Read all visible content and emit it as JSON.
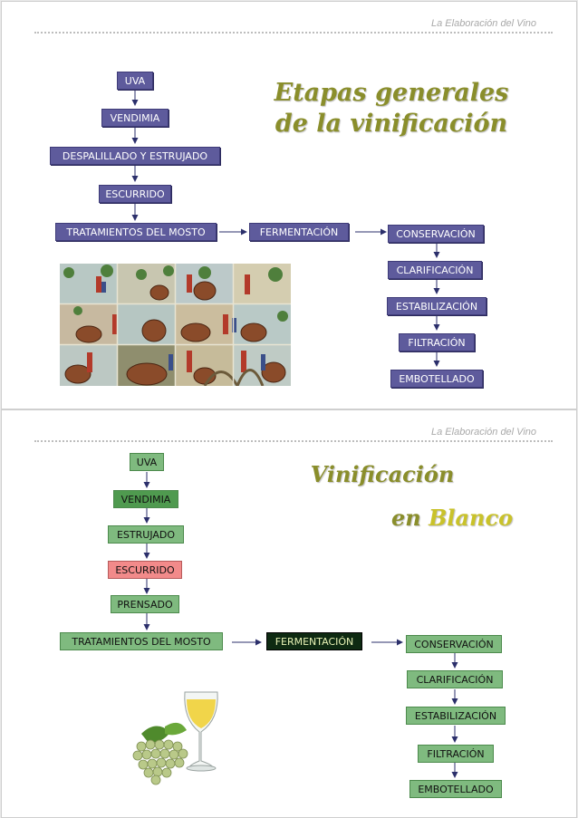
{
  "header_text": "La Elaboración del Vino",
  "slide1": {
    "title": "Etapas generales de la vinificación",
    "left_chain": [
      "UVA",
      "VENDIMIA",
      "DESPALILLADO Y ESTRUJADO",
      "ESCURRIDO",
      "TRATAMIENTOS DEL MOSTO"
    ],
    "middle": "FERMENTACIÓN",
    "right_chain": [
      "CONSERVACIÓN",
      "CLARIFICACIÓN",
      "ESTABILIZACIÓN",
      "FILTRACIÓN",
      "EMBOTELLADO"
    ]
  },
  "slide2": {
    "title_line1": "Vinificación",
    "title_en": "en",
    "title_blanco": "Blanco",
    "left_chain": [
      "UVA",
      "VENDIMIA",
      "ESTRUJADO",
      "ESCURRIDO",
      "PRENSADO",
      "TRATAMIENTOS DEL MOSTO"
    ],
    "middle": "FERMENTACIÓN",
    "right_chain": [
      "CONSERVACIÓN",
      "CLARIFICACIÓN",
      "ESTABILIZACIÓN",
      "FILTRACIÓN",
      "EMBOTELLADO"
    ]
  },
  "colors": {
    "blue_box": "#5e5b9c",
    "green_box": "#7fba7f",
    "pink_box": "#f28a8a",
    "dark_box": "#0e2a12",
    "title_olive": "#8a8e2b",
    "title_yellow": "#c9c22a"
  }
}
